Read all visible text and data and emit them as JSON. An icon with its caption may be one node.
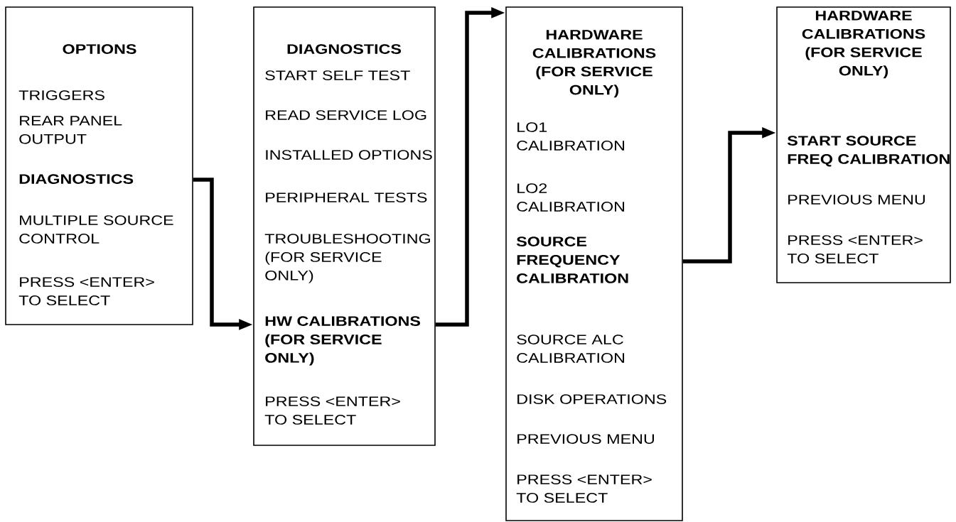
{
  "diagram": {
    "nodes": [
      {
        "text": [
          "OPTIONS",
          "TRIGGERS",
          "REAR PANEL OUTPUT",
          "DIAGNOSTICS",
          "MULTIPLE SOURCE CONTROL",
          "PRESS <ENTER> TO SELECT"
        ]
      },
      {
        "text": [
          "DIAGNOSTICS",
          "START SELF TEST",
          "READ SERVICE LOG",
          "INSTALLED OPTIONS",
          "PERIPHERAL TESTS",
          "TROUBLESHOOTING (FOR SERVICE ONLY)",
          "HW CALIBRATIONS (FOR SERVICE ONLY)",
          "PRESS <ENTER> TO SELECT"
        ]
      },
      {
        "text": [
          "HARDWARE CALIBRATIONS (FOR SERVICE ONLY)",
          "LO1 CALIBRATION",
          "LO2 CALIBRATION",
          "SOURCE FREQUENCY CALIBRATION",
          "SOURCE ALC CALIBRATION",
          "DISK OPERATIONS",
          "PREVIOUS MENU",
          "PRESS <ENTER> TO SELECT"
        ]
      },
      {
        "text": [
          "HARDWARE CALIBRATIONS (FOR SERVICE ONLY)",
          "START SOURCE FREQ CALIBRATION",
          "PREVIOUS MENU",
          "PRESS <ENTER> TO SELECT"
        ]
      }
    ],
    "edges": [
      {
        "from": 0,
        "to": 1,
        "arrow": "to"
      },
      {
        "from": 1,
        "to": 2,
        "arrow": "to"
      },
      {
        "from": 2,
        "to": 3,
        "arrow": "to"
      }
    ]
  }
}
